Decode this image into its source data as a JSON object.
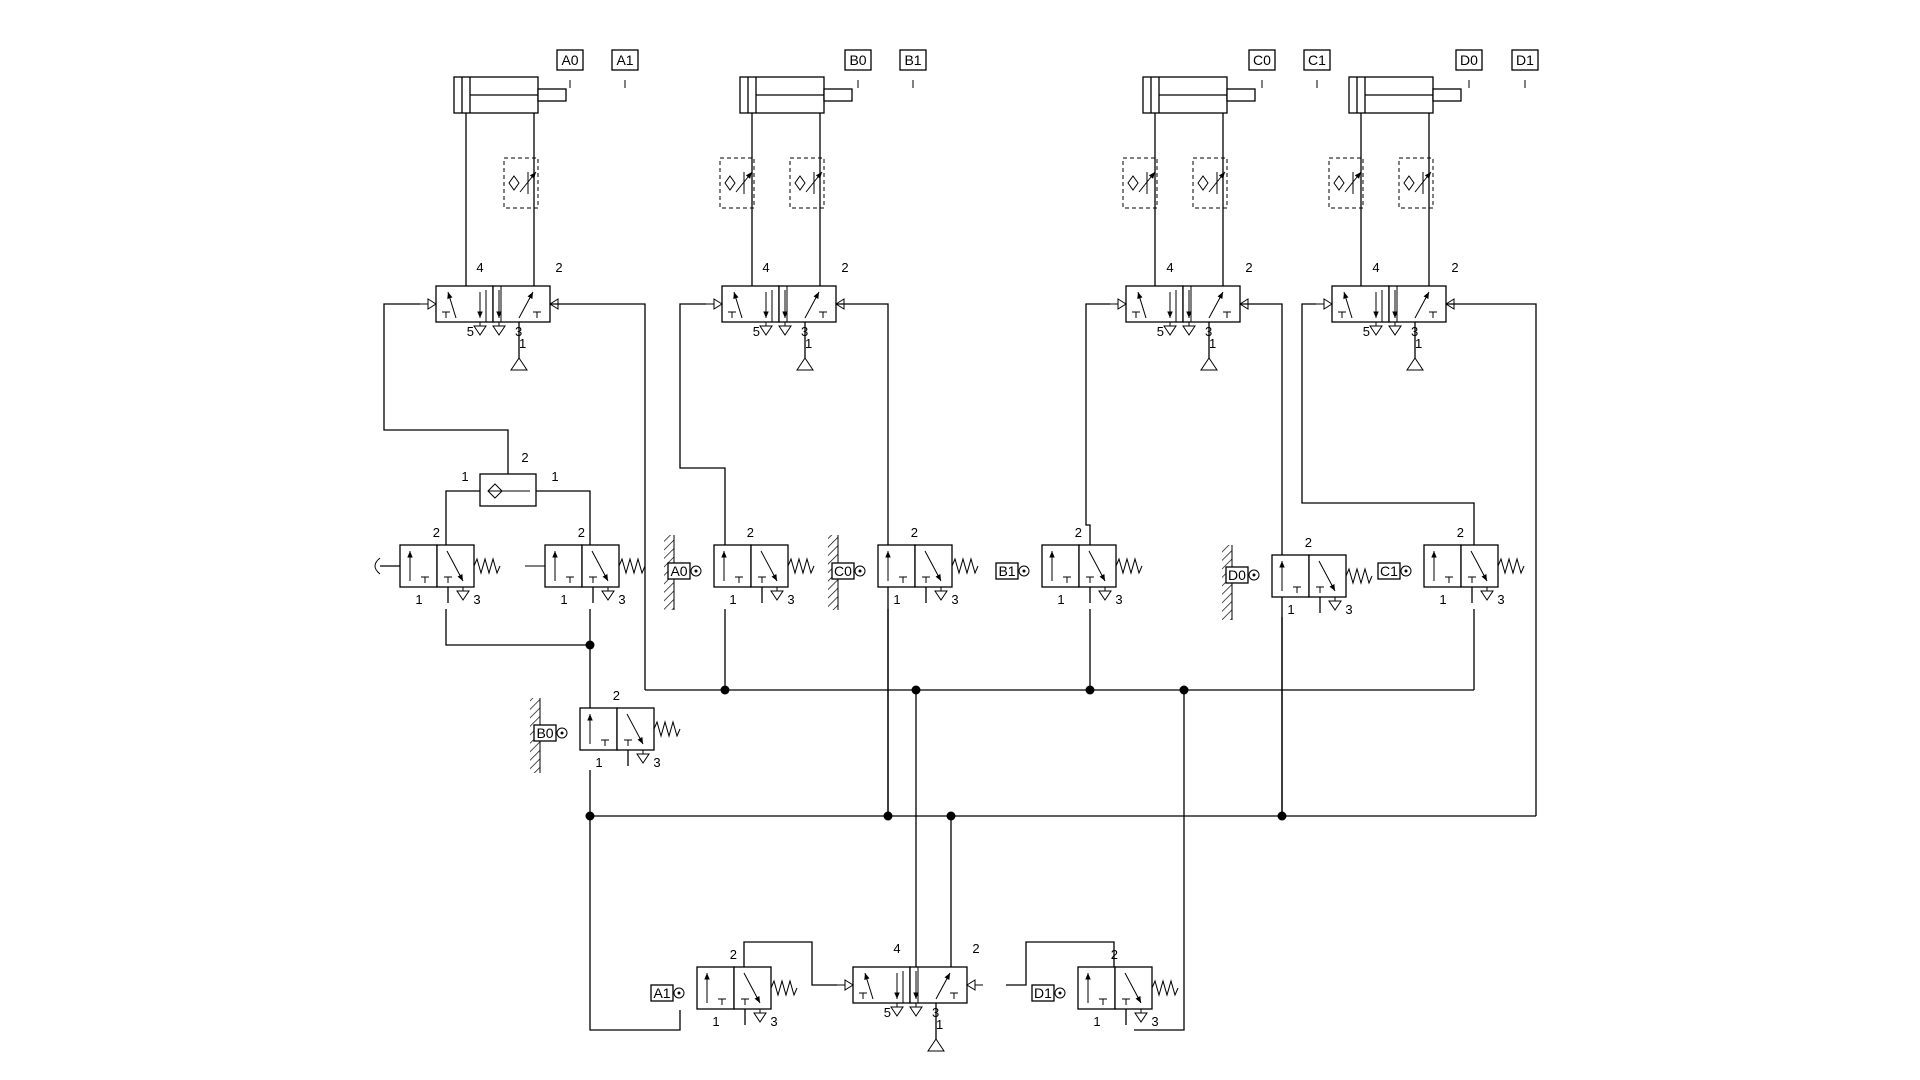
{
  "sensor_tags": [
    "A0",
    "A1",
    "B0",
    "B1",
    "C0",
    "C1",
    "D0",
    "D1"
  ],
  "roller_tags": [
    "A0",
    "C0",
    "B1",
    "D0",
    "C1",
    "B0",
    "A1",
    "D1"
  ],
  "port_labels": [
    "1",
    "2",
    "3",
    "4",
    "5"
  ],
  "colors": {
    "line": "#000000",
    "background": "#ffffff"
  }
}
